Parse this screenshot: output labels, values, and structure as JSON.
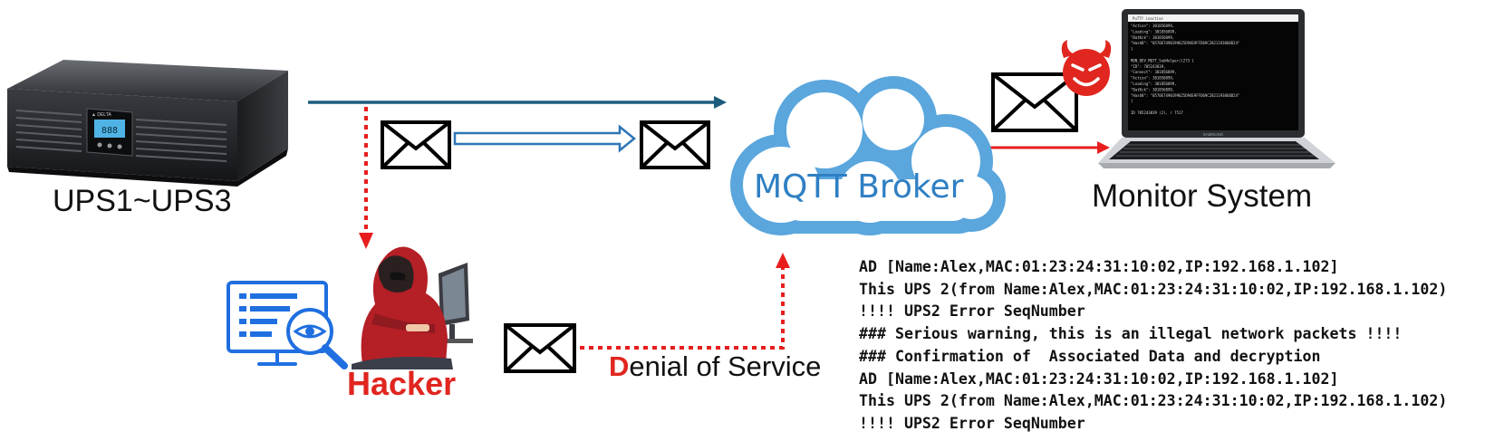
{
  "nodes": {
    "ups": {
      "label": "UPS1~UPS3",
      "display_text": "888"
    },
    "broker": {
      "label": "MQTT Broker"
    },
    "monitor": {
      "label": "Monitor System",
      "brand": "SAMSUNG"
    },
    "hacker": {
      "label": "Hacker"
    }
  },
  "attack": {
    "label_first_letter": "D",
    "label_rest": "enial of Service"
  },
  "monitor_terminal": {
    "title": "PuTTY inactive",
    "lines": [
      "\"Action\": 301856899,",
      "\"Loading\": 301856899,",
      "\"BatKck\": 301856899,",
      "\"HashB\": \"0570E7490199625D94E9FFD69C2821193868D24\"",
      "}",
      "",
      "MON_DEV_MQTT_SubHelper()273 {",
      "\"ID\": 705243839,",
      "\"Connect\": 301856899,",
      "\"Action\": 301856899,",
      "\"Loading\": 301856899,",
      "\"BatKck\": 301856899,",
      "\"HashB\": \"0570E7490199625D94E9FFD69C2821193868D24\"",
      "}",
      "",
      "ID 705243839 (2), r 7517"
    ]
  },
  "log_lines": [
    "AD [Name:Alex,MAC:01:23:24:31:10:02,IP:192.168.1.102]",
    "This UPS 2(from Name:Alex,MAC:01:23:24:31:10:02,IP:192.168.1.102)",
    "!!!! UPS2 Error SeqNumber",
    "### Serious warning, this is an illegal network packets !!!!",
    "### Confirmation of  Associated Data and decryption",
    "AD [Name:Alex,MAC:01:23:24:31:10:02,IP:192.168.1.102]",
    "This UPS 2(from Name:Alex,MAC:01:23:24:31:10:02,IP:192.168.1.102)",
    "!!!! UPS2 Error SeqNumber"
  ],
  "colors": {
    "link_blue": "#1d5b7e",
    "arrow_outline_blue": "#2e75b6",
    "cloud_blue": "#5aa6dd",
    "attack_red": "#e81e1e",
    "hacker_red": "#c0262b"
  },
  "icons": {
    "ups": "ups-device-icon",
    "envelope": "envelope-icon",
    "cloud": "cloud-icon",
    "laptop": "laptop-icon",
    "devil": "devil-face-icon",
    "hacker": "hooded-hacker-icon",
    "inspect": "document-inspection-icon"
  }
}
